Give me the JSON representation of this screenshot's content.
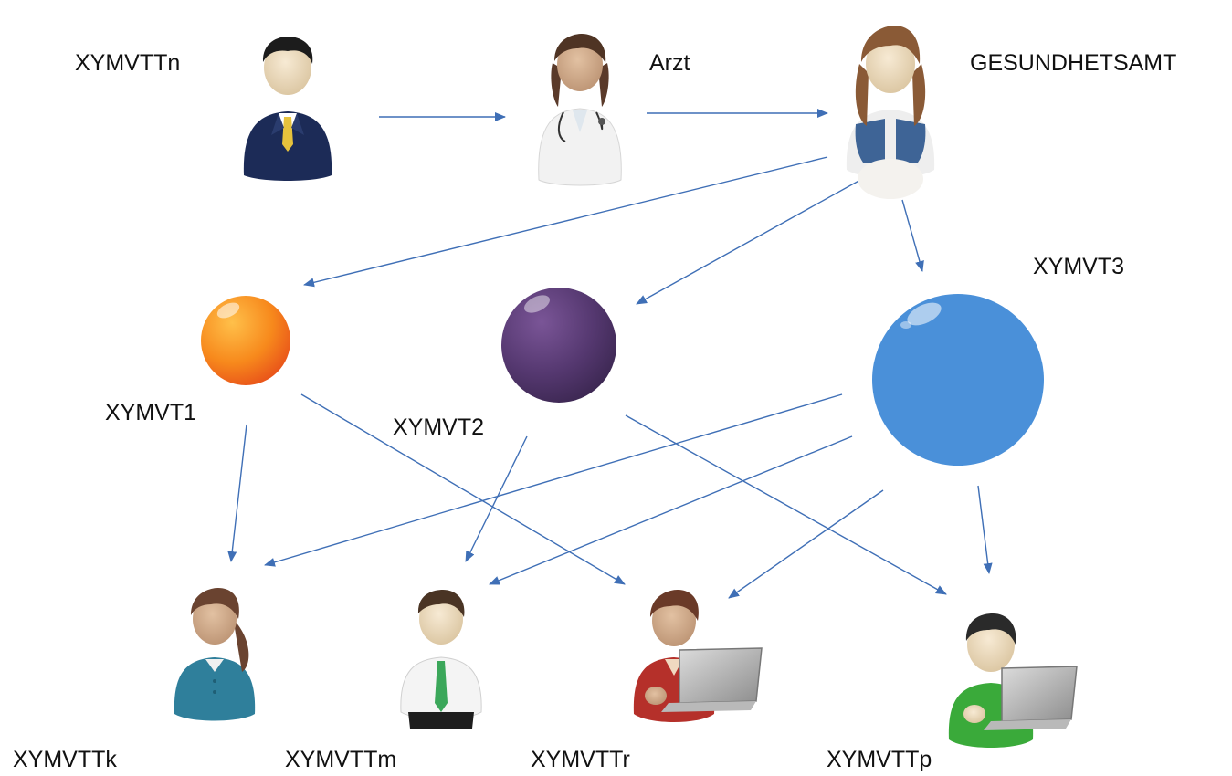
{
  "nodes": {
    "xymvttn": {
      "label": "XYMVTTn"
    },
    "arzt": {
      "label": "Arzt"
    },
    "gesundheitsamt": {
      "label": "GESUNDHETSAMT"
    },
    "xymvt1": {
      "label": "XYMVT1"
    },
    "xymvt2": {
      "label": "XYMVT2"
    },
    "xymvt3": {
      "label": "XYMVT3"
    },
    "xymvttk": {
      "label": "XYMVTTk"
    },
    "xymvttm": {
      "label": "XYMVTTm"
    },
    "xymvttr": {
      "label": "XYMVTTr"
    },
    "xymvttp": {
      "label": "XYMVTTp"
    }
  },
  "edges": [
    {
      "from": "XYMVTTn",
      "to": "Arzt"
    },
    {
      "from": "Arzt",
      "to": "GESUNDHETSAMT"
    },
    {
      "from": "GESUNDHETSAMT",
      "to": "XYMVT1"
    },
    {
      "from": "GESUNDHETSAMT",
      "to": "XYMVT2"
    },
    {
      "from": "GESUNDHETSAMT",
      "to": "XYMVT3"
    },
    {
      "from": "XYMVT1",
      "to": "XYMVTTk"
    },
    {
      "from": "XYMVT1",
      "to": "XYMVTTr"
    },
    {
      "from": "XYMVT2",
      "to": "XYMVTTm"
    },
    {
      "from": "XYMVT2",
      "to": "XYMVTTp"
    },
    {
      "from": "XYMVT3",
      "to": "XYMVTTk"
    },
    {
      "from": "XYMVT3",
      "to": "XYMVTTm"
    },
    {
      "from": "XYMVT3",
      "to": "XYMVTTr"
    },
    {
      "from": "XYMVT3",
      "to": "XYMVTTp"
    }
  ],
  "colors": {
    "arrow": "#3f6fb6",
    "xymvt1": "#f58a1f",
    "xymvt2": "#5a3b72",
    "xymvt3": "#4a90d9",
    "businessman_suit": "#1c2b57",
    "doctor_coat": "#f2f2f2",
    "official_vest": "#3e6496",
    "woman_teal": "#2f7f9b",
    "man_white_shirt": "#f4f4f4",
    "woman_red": "#b5302a",
    "man_green": "#3aaa3a"
  },
  "icons": {
    "xymvttn": "businessman-icon",
    "arzt": "doctor-icon",
    "gesundheitsamt": "official-icon",
    "xymvttk": "woman-icon",
    "xymvttm": "man-tie-icon",
    "xymvttr": "woman-laptop-icon",
    "xymvttp": "man-laptop-icon"
  }
}
